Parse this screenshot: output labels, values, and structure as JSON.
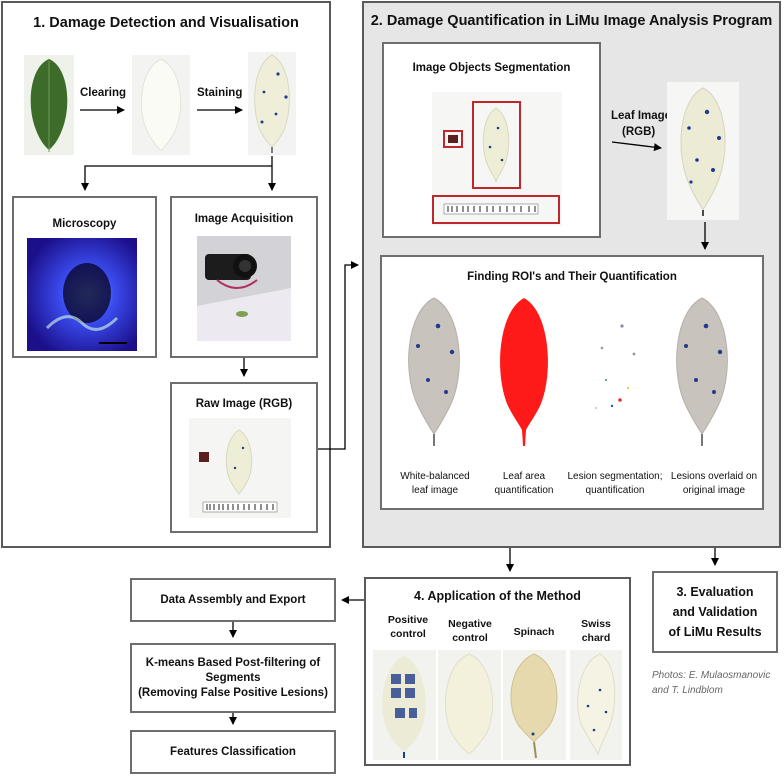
{
  "section1": {
    "title": "1. Damage Detection and Visualisation",
    "clearing": "Clearing",
    "staining": "Staining",
    "microscopy": "Microscopy",
    "image_acquisition": "Image Acquisition",
    "raw_image": "Raw Image (RGB)"
  },
  "section2": {
    "title": "2. Damage Quantification in LiMu Image Analysis Program",
    "segmentation": "Image Objects Segmentation",
    "leaf_image_line1": "Leaf Image",
    "leaf_image_line2": "(RGB)",
    "roi_title": "Finding ROI's and Their Quantification",
    "captions": [
      {
        "line1": "White-balanced",
        "line2": "leaf image"
      },
      {
        "line1": "Leaf area",
        "line2": "quantification"
      },
      {
        "line1": "Lesion segmentation;",
        "line2": "quantification"
      },
      {
        "line1": "Lesions overlaid on",
        "line2": "original image"
      }
    ]
  },
  "section3": {
    "line1": "3. Evaluation",
    "line2": "and Validation",
    "line3": "of LiMu Results"
  },
  "section4": {
    "title": "4. Application of the Method",
    "samples": [
      {
        "line1": "Positive",
        "line2": "control"
      },
      {
        "line1": "Negative",
        "line2": "control"
      },
      {
        "line1": "Spinach",
        "line2": ""
      },
      {
        "line1": "Swiss",
        "line2": "chard"
      }
    ]
  },
  "pipeline": {
    "step1": "Data Assembly and Export",
    "step2_line1": "K-means Based  Post-filtering of",
    "step2_line2": "Segments",
    "step2_line3": "(Removing False Positive Lesions)",
    "step3": "Features Classification"
  },
  "credit": {
    "line1": "Photos: E. Mulaosmanovic",
    "line2": "and T. Lindblom"
  },
  "colors": {
    "panel_border": "#5a5a5a",
    "grey_panel": "#e6e6e6",
    "segment_red": "#c0272d",
    "leaf_area_red": "#ff1a1a",
    "lesion_blue": "#1f3c8c"
  }
}
